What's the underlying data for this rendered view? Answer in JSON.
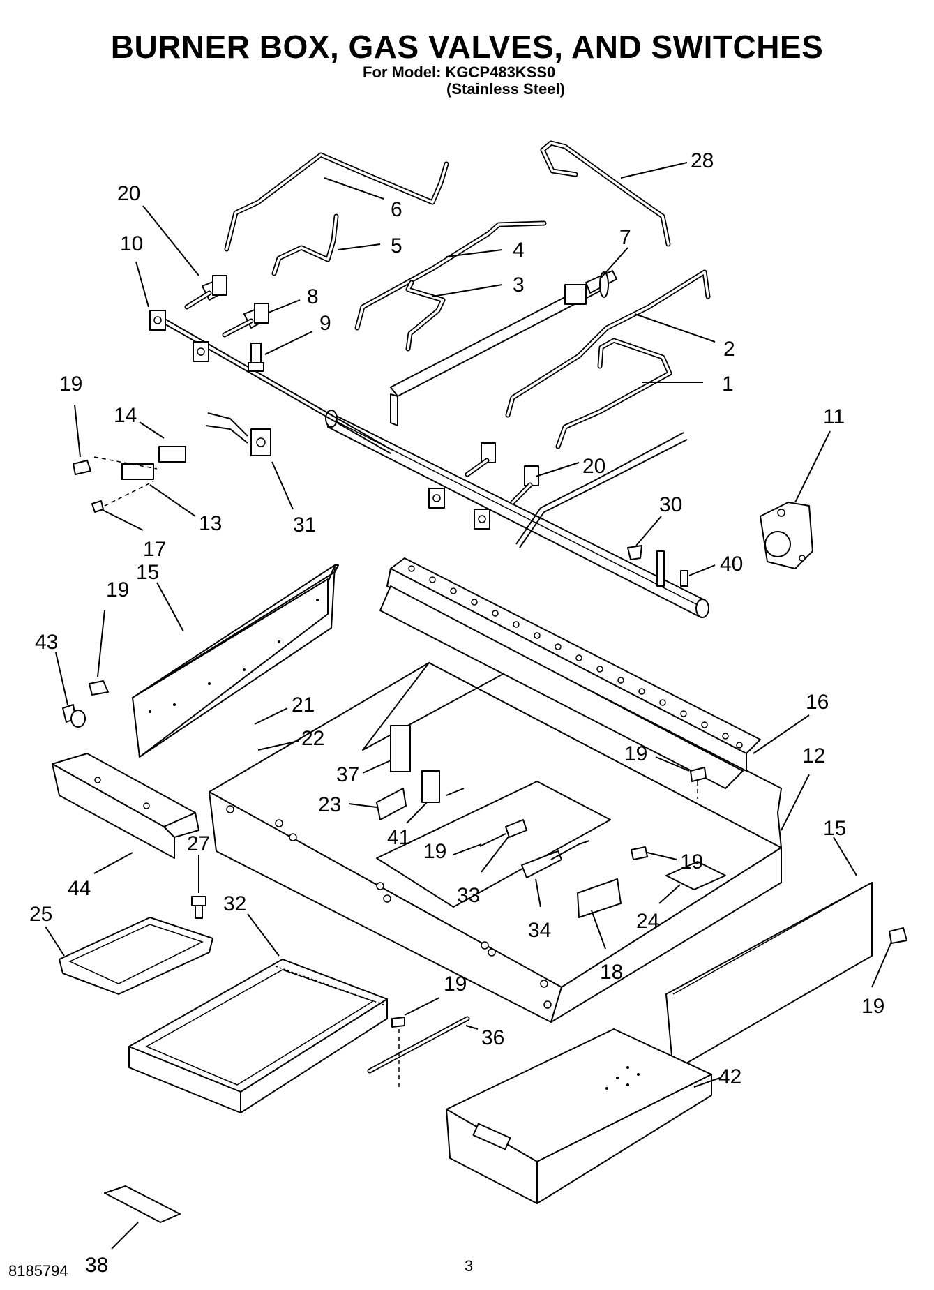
{
  "title": "BURNER BOX, GAS VALVES, AND SWITCHES",
  "model_line": "For Model: KGCP483KSS0",
  "variant_line": "(Stainless Steel)",
  "document_number": "8185794",
  "page_number": "3",
  "callouts": [
    {
      "label": "1"
    },
    {
      "label": "2"
    },
    {
      "label": "3"
    },
    {
      "label": "4"
    },
    {
      "label": "5"
    },
    {
      "label": "6"
    },
    {
      "label": "7"
    },
    {
      "label": "8"
    },
    {
      "label": "9"
    },
    {
      "label": "10"
    },
    {
      "label": "11"
    },
    {
      "label": "12"
    },
    {
      "label": "13"
    },
    {
      "label": "14"
    },
    {
      "label": "15"
    },
    {
      "label": "15"
    },
    {
      "label": "16"
    },
    {
      "label": "17"
    },
    {
      "label": "18"
    },
    {
      "label": "19"
    },
    {
      "label": "19"
    },
    {
      "label": "19"
    },
    {
      "label": "19"
    },
    {
      "label": "19"
    },
    {
      "label": "19"
    },
    {
      "label": "19"
    },
    {
      "label": "20"
    },
    {
      "label": "20"
    },
    {
      "label": "21"
    },
    {
      "label": "22"
    },
    {
      "label": "23"
    },
    {
      "label": "24"
    },
    {
      "label": "25"
    },
    {
      "label": "27"
    },
    {
      "label": "28"
    },
    {
      "label": "30"
    },
    {
      "label": "31"
    },
    {
      "label": "32"
    },
    {
      "label": "33"
    },
    {
      "label": "34"
    },
    {
      "label": "36"
    },
    {
      "label": "37"
    },
    {
      "label": "38"
    },
    {
      "label": "40"
    },
    {
      "label": "41"
    },
    {
      "label": "42"
    },
    {
      "label": "43"
    },
    {
      "label": "44"
    }
  ]
}
